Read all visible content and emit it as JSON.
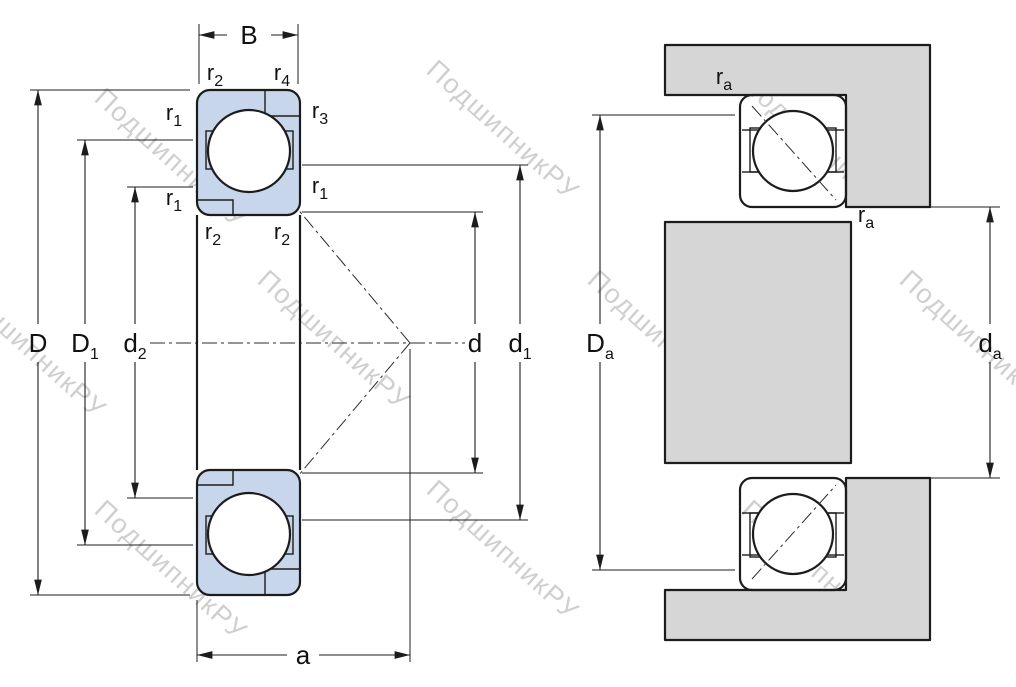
{
  "watermark": {
    "text": "ПодшипникРУ"
  },
  "colors": {
    "line": "#1c1c1c",
    "bearing_fill": "#c8d6eb",
    "steel_fill": "#d6d6d6",
    "watermark": "#c4c4c4",
    "background": "#ffffff"
  },
  "left_view": {
    "name": "angular-contact-bearing-cross-section",
    "dims": {
      "B": {
        "base": "B",
        "sub": ""
      },
      "D": {
        "base": "D",
        "sub": ""
      },
      "D1": {
        "base": "D",
        "sub": "1"
      },
      "d2": {
        "base": "d",
        "sub": "2"
      },
      "d": {
        "base": "d",
        "sub": ""
      },
      "d1": {
        "base": "d",
        "sub": "1"
      },
      "a": {
        "base": "a",
        "sub": ""
      },
      "r1": {
        "base": "r",
        "sub": "1"
      },
      "r2": {
        "base": "r",
        "sub": "2"
      },
      "r3": {
        "base": "r",
        "sub": "3"
      },
      "r4": {
        "base": "r",
        "sub": "4"
      }
    }
  },
  "right_view": {
    "name": "mounted-bearing-abutment-dimensions",
    "dims": {
      "Da": {
        "base": "D",
        "sub": "a"
      },
      "da": {
        "base": "d",
        "sub": "a"
      },
      "ra": {
        "base": "r",
        "sub": "a"
      }
    }
  }
}
